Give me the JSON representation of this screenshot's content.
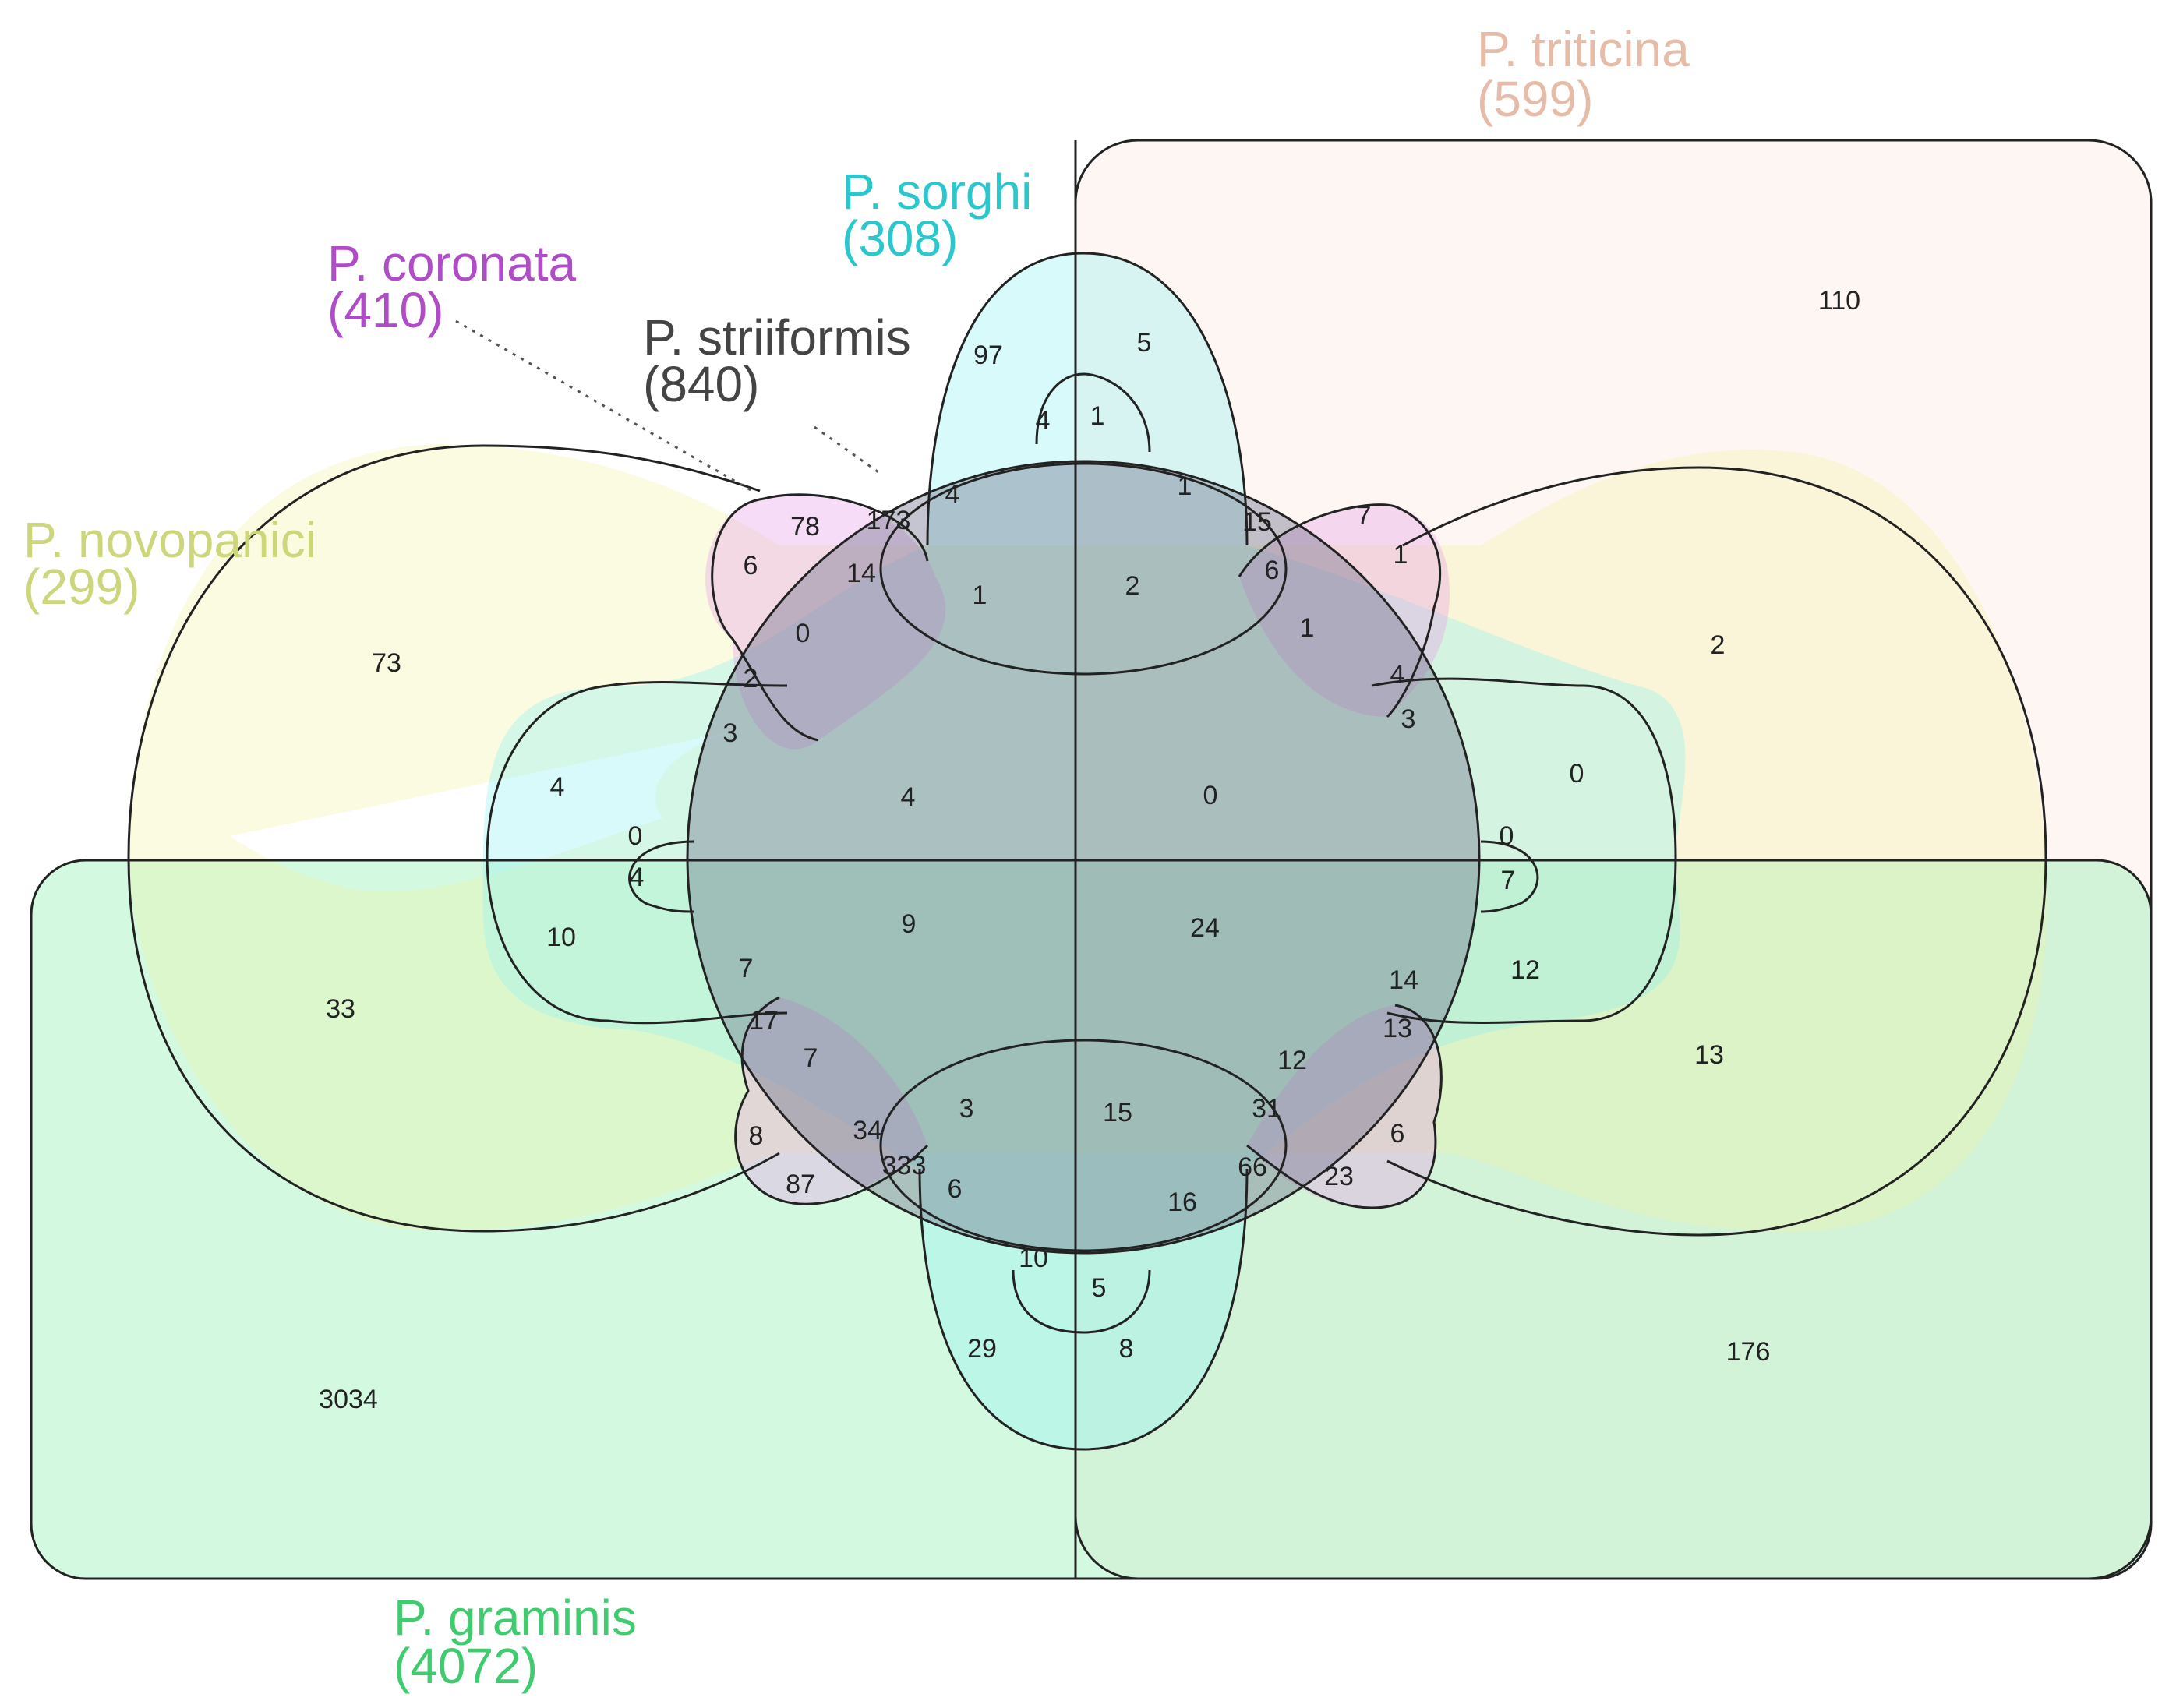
{
  "sets": [
    {
      "id": "triticina",
      "name": "P. triticina",
      "total": "(599)",
      "label_color": "#e6bca8",
      "fill_color": "#fde6dc"
    },
    {
      "id": "sorghi",
      "name": "P. sorghi",
      "total": "(308)",
      "label_color": "#2cc7cc",
      "fill_color": "#8ef0f0"
    },
    {
      "id": "coronata",
      "name": "P. coronata",
      "total": "(410)",
      "label_color": "#b04cc8",
      "fill_color": "#e49ce8"
    },
    {
      "id": "striiformis",
      "name": "P. striiformis",
      "total": "(840)",
      "label_color": "#444444",
      "fill_color": "#6b6f8a"
    },
    {
      "id": "novopanici",
      "name": "P. novopanici",
      "total": "(299)",
      "label_color": "#cdd67a",
      "fill_color": "#f2f2a0"
    },
    {
      "id": "graminis",
      "name": "P. graminis",
      "total": "(4072)",
      "label_color": "#3fcc6e",
      "fill_color": "#8ef0b0"
    }
  ],
  "regions": [
    {
      "value": "110"
    },
    {
      "value": "5"
    },
    {
      "value": "97"
    },
    {
      "value": "4"
    },
    {
      "value": "1"
    },
    {
      "value": "78"
    },
    {
      "value": "173"
    },
    {
      "value": "4"
    },
    {
      "value": "1"
    },
    {
      "value": "15"
    },
    {
      "value": "7"
    },
    {
      "value": "6"
    },
    {
      "value": "14"
    },
    {
      "value": "1"
    },
    {
      "value": "2"
    },
    {
      "value": "6"
    },
    {
      "value": "1"
    },
    {
      "value": "1"
    },
    {
      "value": "0"
    },
    {
      "value": "73"
    },
    {
      "value": "2"
    },
    {
      "value": "2"
    },
    {
      "value": "4"
    },
    {
      "value": "3"
    },
    {
      "value": "3"
    },
    {
      "value": "4"
    },
    {
      "value": "4"
    },
    {
      "value": "0"
    },
    {
      "value": "0"
    },
    {
      "value": "0"
    },
    {
      "value": "0"
    },
    {
      "value": "4"
    },
    {
      "value": "7"
    },
    {
      "value": "9"
    },
    {
      "value": "24"
    },
    {
      "value": "10"
    },
    {
      "value": "33"
    },
    {
      "value": "12"
    },
    {
      "value": "7"
    },
    {
      "value": "14"
    },
    {
      "value": "17"
    },
    {
      "value": "13"
    },
    {
      "value": "13"
    },
    {
      "value": "7"
    },
    {
      "value": "12"
    },
    {
      "value": "3"
    },
    {
      "value": "15"
    },
    {
      "value": "31"
    },
    {
      "value": "8"
    },
    {
      "value": "34"
    },
    {
      "value": "6"
    },
    {
      "value": "333"
    },
    {
      "value": "66"
    },
    {
      "value": "87"
    },
    {
      "value": "6"
    },
    {
      "value": "16"
    },
    {
      "value": "23"
    },
    {
      "value": "10"
    },
    {
      "value": "5"
    },
    {
      "value": "29"
    },
    {
      "value": "8"
    },
    {
      "value": "176"
    },
    {
      "value": "3034"
    }
  ]
}
